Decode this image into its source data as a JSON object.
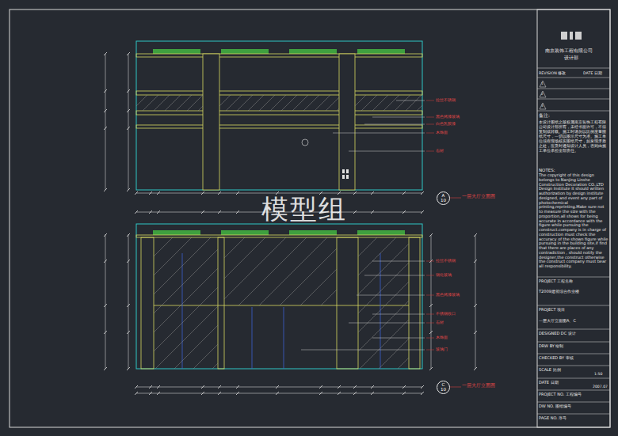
{
  "diagram": {
    "nodes": [
      {
        "text": [
          "A",
          "10"
        ]
      },
      {
        "text": [
          "C",
          "10"
        ]
      }
    ],
    "labels": [
      "南京装饰工程有限公司",
      "设计部",
      "REVISION 修改",
      "DATE 日期",
      "1",
      "2",
      "3",
      "备注:",
      "本设计图纸之版权属南京装饰工程有限公司设计部所有，未经书面许可，不得复制或转载。施工时请勿以比例度量图纸尺寸，一切以图示尺寸为准。施工单位须在现场核实图纸尺寸，如发现矛盾之处，应及时通知设计人员，否则由施工单位承担全部责任。",
      "NOTES:",
      "The copyright of this design belongs to Nanjing Linshe Construction Decoration CO.,LTD Design Institute It should written authorization by design institute designed, and event any part of photochemical printing,reprinting.Make sure not to measure the size with the proportion,all shows for being accurate in accordance with the figure while pursuing the construct.company is in charge of construction must check the accuracy of the shown figure while pursuing in the building site,if find that there are places of any contradiction , should notify the designer,the construct otherwise the construct company must bear all responsibility.",
      "PROJECT 工程名称",
      "T2009建筑综合作业楼",
      "PROJECT 项目",
      "一层大厅立面图A、C",
      "DESIGNED DC 设计",
      "DRW BY 绘制",
      "CHECKED BY 审核",
      "SCALE 比例",
      "1:50",
      "DATE 日期",
      "2007.07",
      "PROJECT NO. 工程编号",
      "DW NO. 图纸编号",
      "PAGE NO. 序号",
      "模型组",
      "一层大厅立面图",
      "一层大厅立面图",
      "拉丝不锈钢",
      "黑色烤漆玻璃",
      "白色乳胶漆",
      "木饰面",
      "石材",
      "拉丝不锈钢",
      "钢化玻璃",
      "黑色烤漆玻璃",
      "不锈钢收口",
      "石材",
      "木饰面",
      "玻璃门"
    ]
  }
}
